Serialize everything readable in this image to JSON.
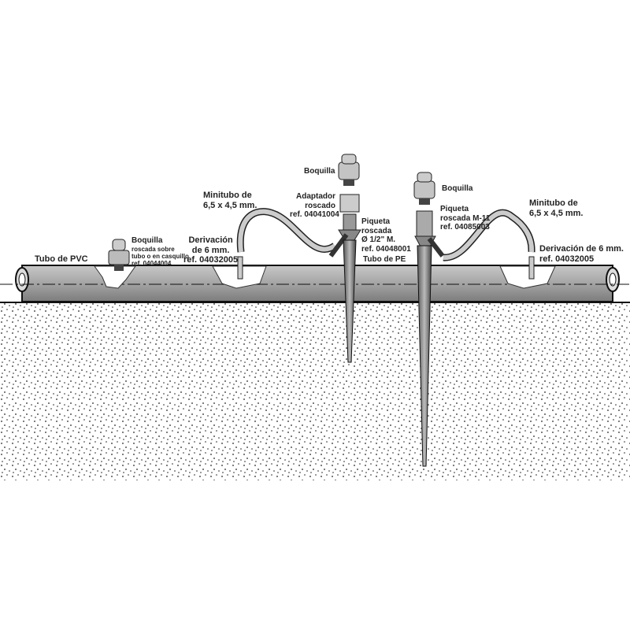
{
  "labels": {
    "tubo_pvc": "Tubo de PVC",
    "boquilla_roscada": {
      "title": "Boquilla",
      "line1": "roscada sobre",
      "line2": "tubo o en casquillo",
      "ref": "ref. 04044004"
    },
    "derivacion_left": {
      "line1": "Derivación",
      "line2": "de 6 mm.",
      "ref": "ref. 04032005"
    },
    "minitubo_left": {
      "line1": "Minitubo de",
      "line2": "6,5 x 4,5 mm."
    },
    "boquilla_top": "Boquilla",
    "adaptador": {
      "line1": "Adaptador",
      "line2": "roscado",
      "ref": "ref. 04041004"
    },
    "piqueta_left": {
      "line1": "Piqueta",
      "line2": "roscada",
      "line3": "Ø 1/2\" M.",
      "ref": "ref. 04048001"
    },
    "tubo_pe": "Tubo de PE",
    "boquilla_right": "Boquilla",
    "piqueta_right": {
      "line1": "Piqueta",
      "line2": "roscada M-11",
      "ref": "ref. 04085003"
    },
    "minitubo_right": {
      "line1": "Minitubo de",
      "line2": "6,5 x 4,5 mm."
    },
    "derivacion_right": {
      "line1": "Derivación de 6 mm.",
      "ref": "ref. 04032005"
    }
  },
  "colors": {
    "pipe": "#9a9a9a",
    "ground": "#ffffff",
    "dots": "#222222",
    "ink": "#222222"
  }
}
